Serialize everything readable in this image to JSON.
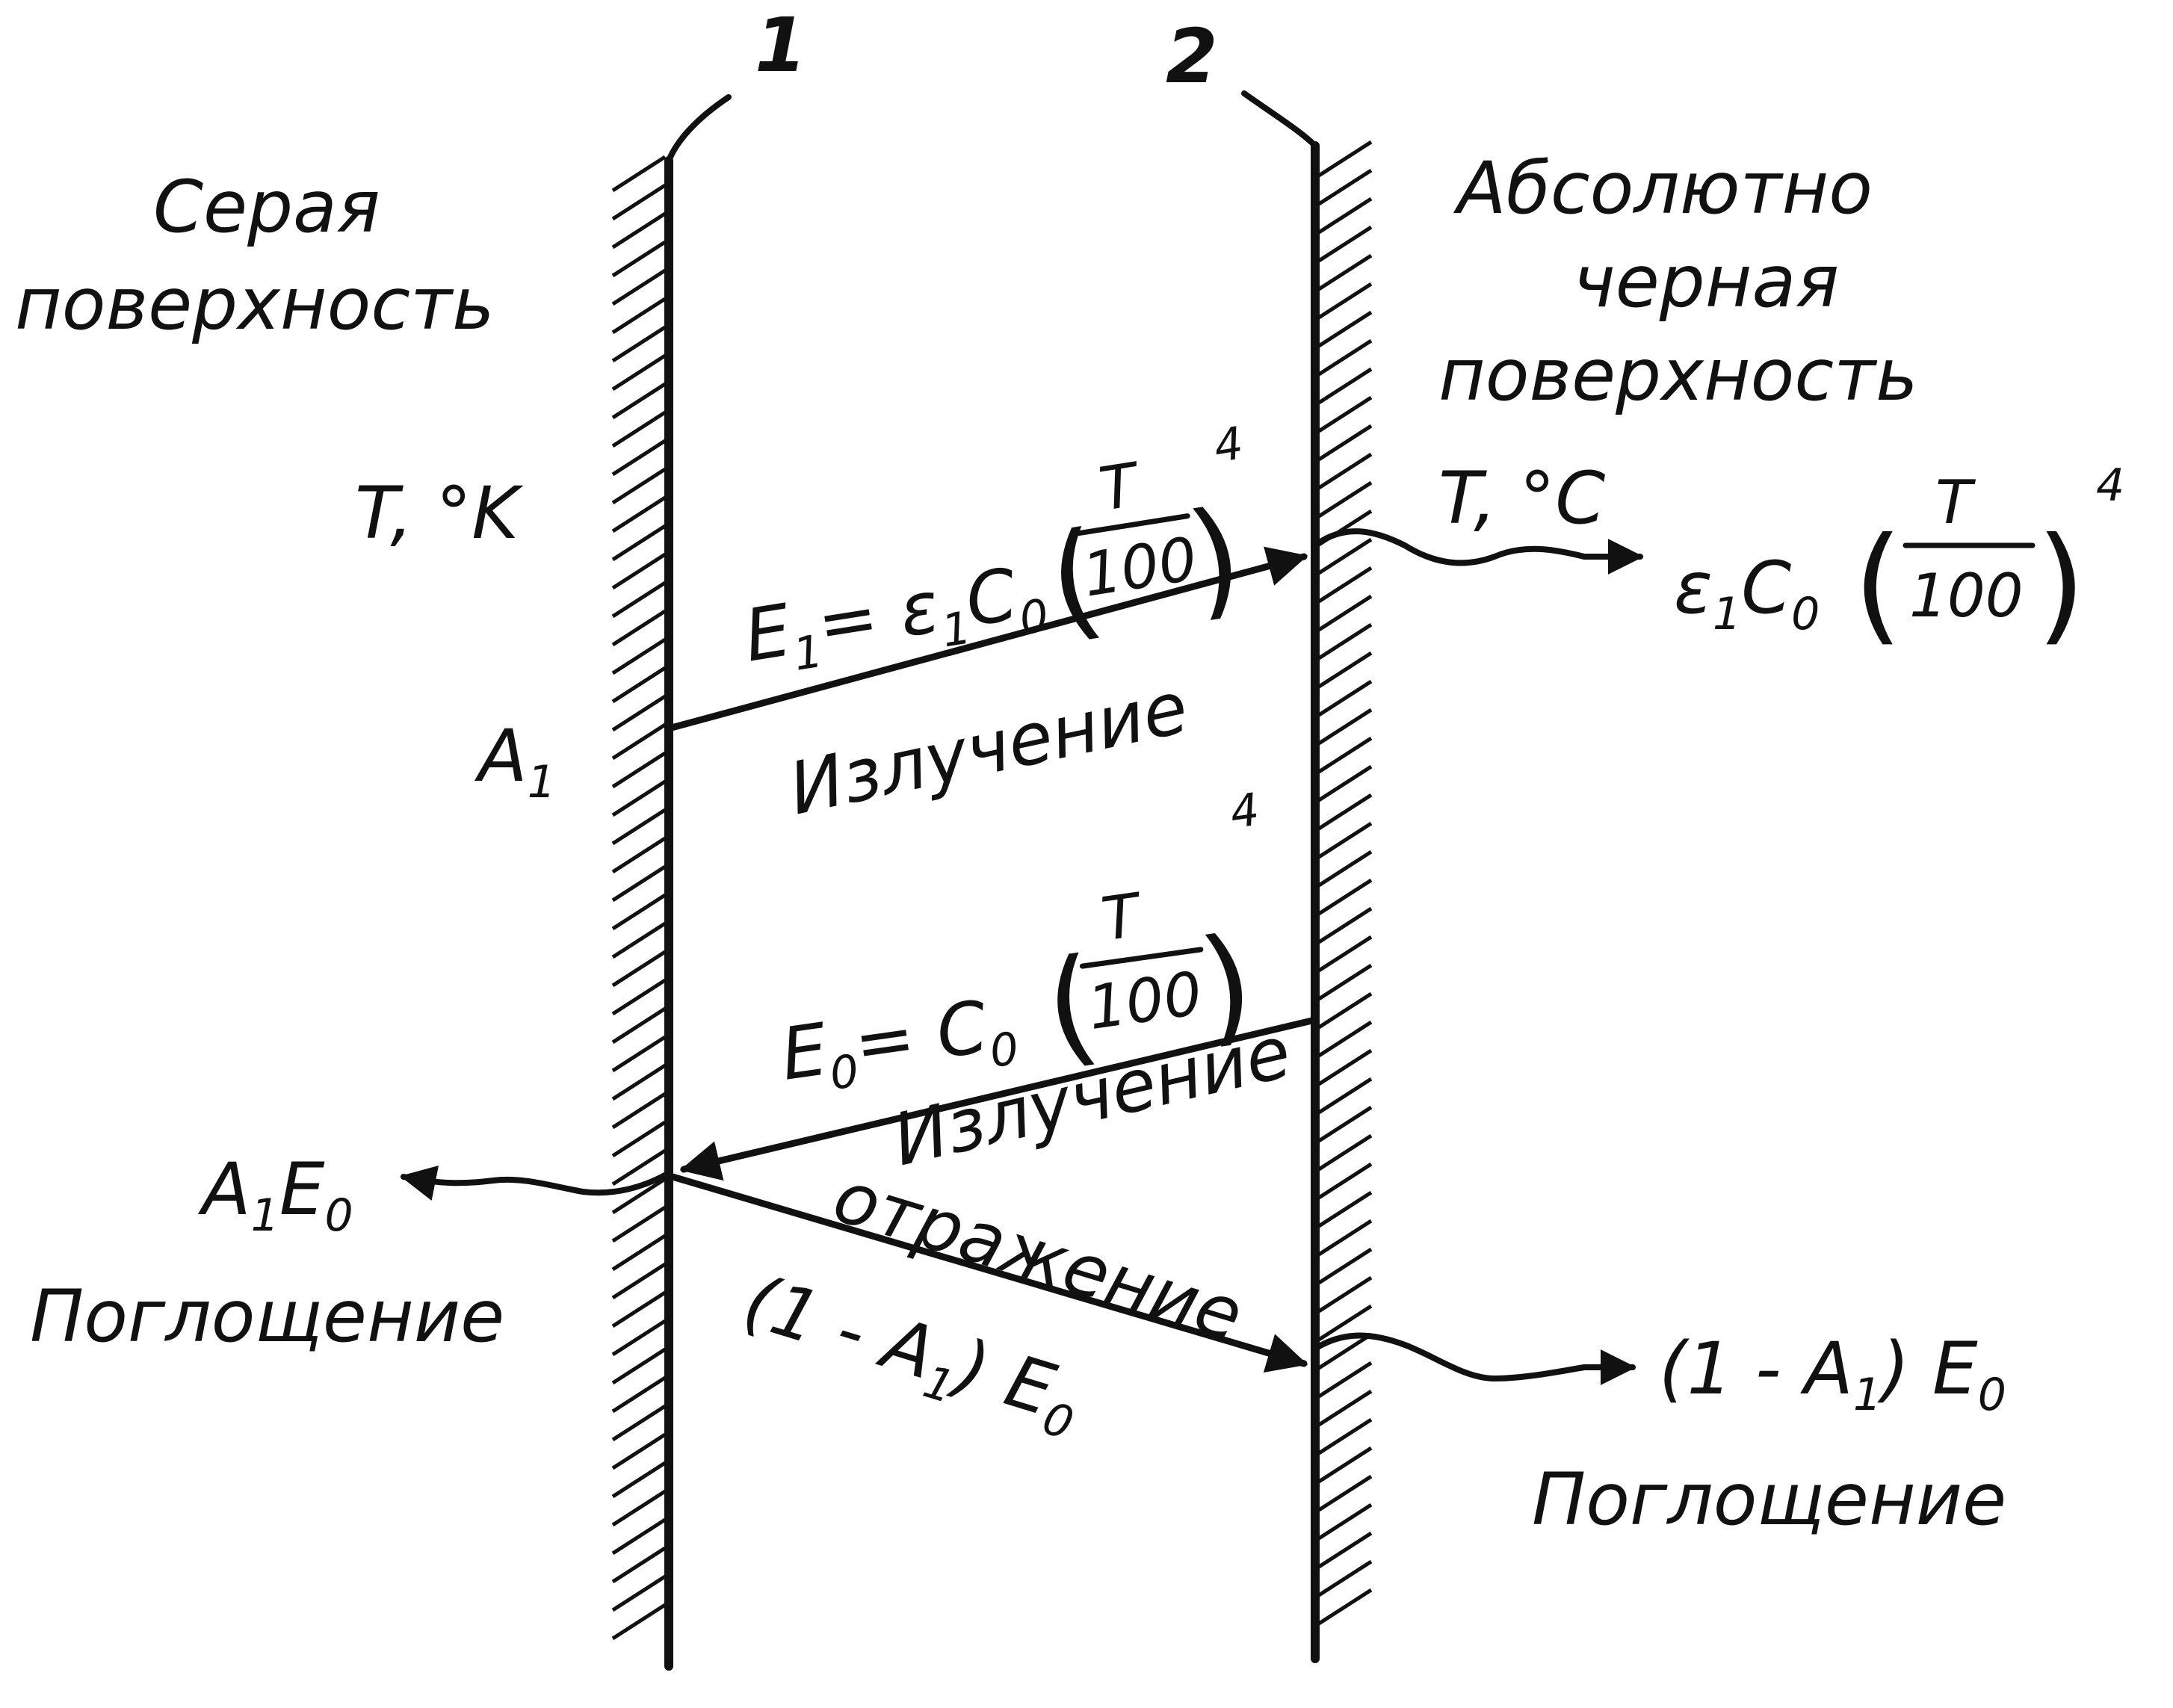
{
  "wall_numbers": {
    "left": "1",
    "right": "2"
  },
  "left_surface": {
    "title_line1": "Серая",
    "title_line2": "поверхность",
    "temperature": "T, °K",
    "area_symbol": "A",
    "area_sub": "1"
  },
  "right_surface": {
    "title_line1": "Абсолютно",
    "title_line2": "черная",
    "title_line3": "поверхность",
    "temperature": "T, °C"
  },
  "emission_top": {
    "formula_prefix": "E",
    "formula_prefix_sub": "1",
    "formula_eq": "= ε",
    "formula_eq_sub": "1",
    "formula_c": "C",
    "formula_c_sub": "0",
    "frac_num": "T",
    "frac_den": "100",
    "exponent": "4",
    "label": "Излучение",
    "absorbed_eps": "ε",
    "absorbed_eps_sub": "1",
    "absorbed_c": "C",
    "absorbed_c_sub": "0",
    "absorbed_frac_num": "T",
    "absorbed_frac_den": "100",
    "absorbed_exponent": "4"
  },
  "emission_bottom": {
    "formula_prefix": "E",
    "formula_prefix_sub": "0",
    "formula_eq": "= C",
    "formula_eq_sub": "0",
    "frac_num": "T",
    "frac_den": "100",
    "exponent": "4",
    "label": "Излучение"
  },
  "reflection": {
    "label": "отражение",
    "formula": "(1 - A",
    "formula_sub": "1",
    "formula_tail": ") E",
    "formula_tail_sub": "0"
  },
  "left_absorption": {
    "value": "A",
    "value_sub": "1",
    "value_tail": "E",
    "value_tail_sub": "0",
    "label": "Поглощение"
  },
  "right_absorption": {
    "value": "(1 - A",
    "value_sub": "1",
    "value_tail": ") E",
    "value_tail_sub": "0",
    "label": "Поглощение"
  }
}
